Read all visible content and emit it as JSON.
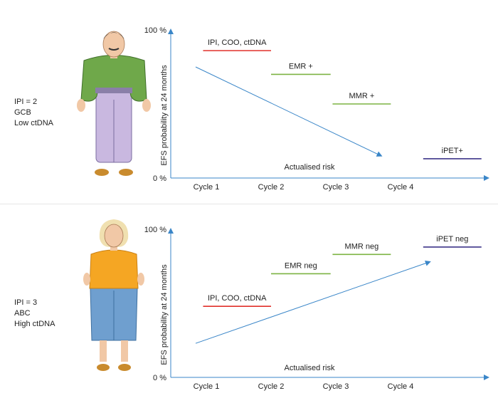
{
  "colors": {
    "axis": "#3a86c8",
    "red": "#e0302a",
    "green": "#7cb342",
    "purple": "#3d3489",
    "skin": "#f1c8a6",
    "male_shirt": "#6fa84a",
    "male_pants": "#c9b8e0",
    "female_top": "#f5a623",
    "female_skirt": "#6f9fcf",
    "shoes": "#c98b2e"
  },
  "panels": [
    {
      "patient": {
        "ipi": "IPI = 2",
        "subtype": "GCB",
        "ctdna": "Low ctDNA",
        "figure": "man-figure"
      },
      "y_top_label": "100 %",
      "y_bottom_label": "0 %",
      "y_axis_label": "EFS probability at 24 months",
      "x_axis_label": "Actualised risk",
      "ticks": [
        "Cycle 1",
        "Cycle 2",
        "Cycle 3",
        "Cycle 4"
      ],
      "trend": {
        "start": [
          1,
          75
        ],
        "end": [
          3.7,
          15
        ]
      },
      "markers": [
        {
          "label": "IPI, COO, ctDNA",
          "color": "red",
          "x0": 0.95,
          "x1": 2.0,
          "y": 86
        },
        {
          "label": "EMR +",
          "color": "green",
          "x0": 2.0,
          "x1": 2.92,
          "y": 70
        },
        {
          "label": "MMR +",
          "color": "green",
          "x0": 2.95,
          "x1": 3.85,
          "y": 50
        },
        {
          "label": "iPET+",
          "color": "purple",
          "x0": 4.35,
          "x1": 5.25,
          "y": 13
        }
      ]
    },
    {
      "patient": {
        "ipi": "IPI = 3",
        "subtype": "ABC",
        "ctdna": "High ctDNA",
        "figure": "woman-figure"
      },
      "y_top_label": "100 %",
      "y_bottom_label": "0 %",
      "y_axis_label": "EFS probability at 24 months",
      "x_axis_label": "Actualised risk",
      "ticks": [
        "Cycle 1",
        "Cycle 2",
        "Cycle 3",
        "Cycle 4"
      ],
      "trend": {
        "start": [
          1,
          23
        ],
        "end": [
          4.45,
          78
        ]
      },
      "markers": [
        {
          "label": "IPI, COO, ctDNA",
          "color": "red",
          "x0": 0.95,
          "x1": 2.0,
          "y": 48
        },
        {
          "label": "EMR neg",
          "color": "green",
          "x0": 2.0,
          "x1": 2.92,
          "y": 70
        },
        {
          "label": "MMR neg",
          "color": "green",
          "x0": 2.95,
          "x1": 3.85,
          "y": 83
        },
        {
          "label": "iPET neg",
          "color": "purple",
          "x0": 4.35,
          "x1": 5.25,
          "y": 88
        }
      ]
    }
  ]
}
